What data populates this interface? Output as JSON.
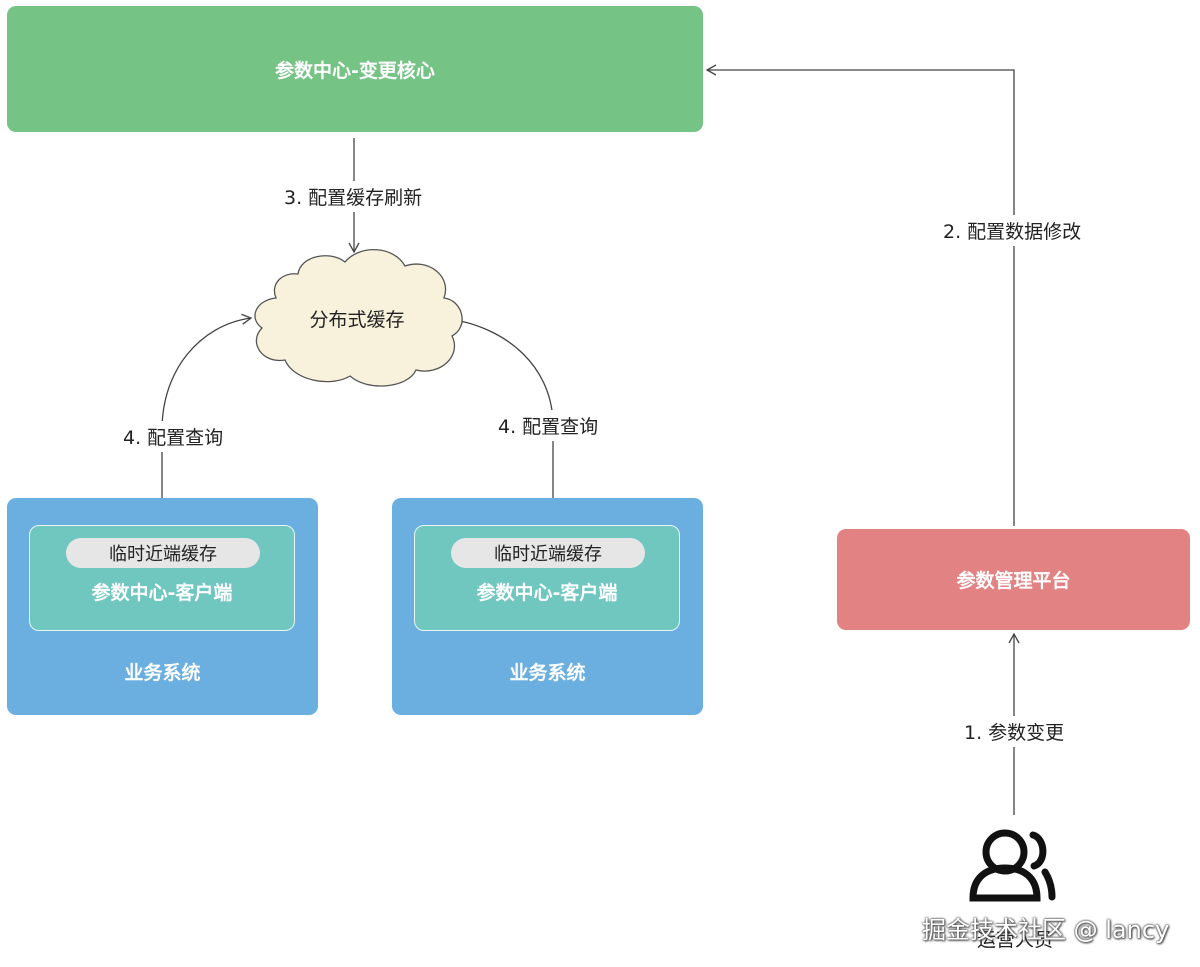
{
  "nodes": {
    "core": "参数中心-变更核心",
    "cache": "分布式缓存",
    "platform": "参数管理平台",
    "operator": "运营人员",
    "business_systems": [
      {
        "near_cache": "临时近端缓存",
        "client": "参数中心-客户端",
        "system": "业务系统"
      },
      {
        "near_cache": "临时近端缓存",
        "client": "参数中心-客户端",
        "system": "业务系统"
      }
    ]
  },
  "edges": {
    "step1": "1. 参数变更",
    "step2": "2. 配置数据修改",
    "step3": "3. 配置缓存刷新",
    "step4_left": "4. 配置查询",
    "step4_right": "4. 配置查询"
  },
  "colors": {
    "core": "#76c386",
    "platform": "#e38283",
    "business": "#6bafe1",
    "client": "#6fc7c0",
    "cloud": "#f8f2dd"
  },
  "watermark": "掘金技术社区 @ lancy"
}
